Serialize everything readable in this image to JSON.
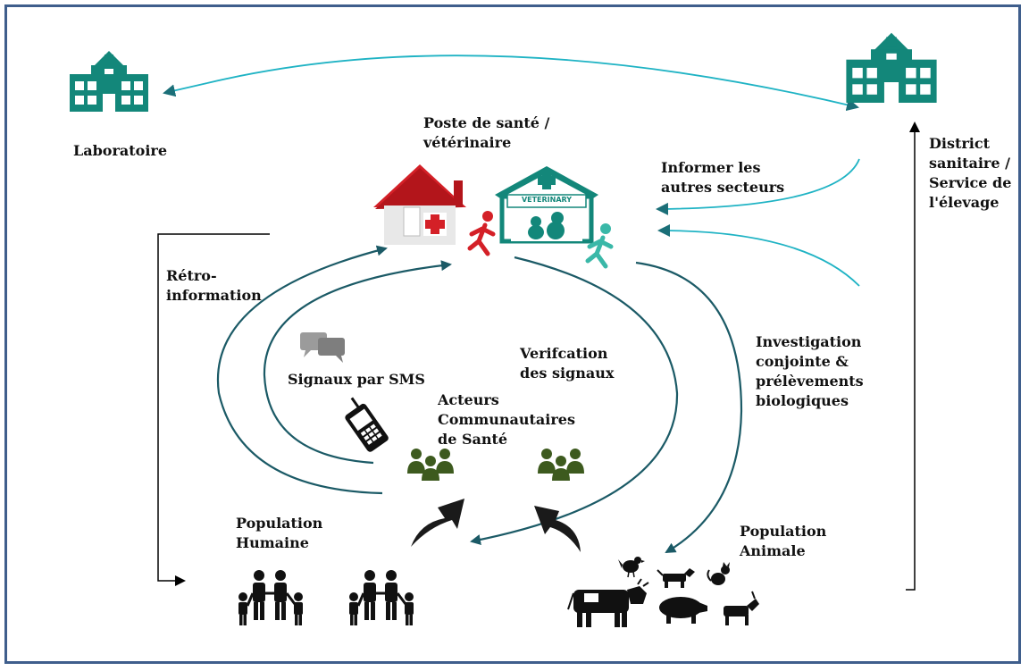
{
  "labels": {
    "laboratoire": "Laboratoire",
    "poste": "Poste de santé /\nvétérinaire",
    "district": "District\nsanitaire /\nService de\nl'élevage",
    "informer": "Informer les\nautres secteurs",
    "retro": "Rétro-\ninformation",
    "investigation": "Investigation\nconjointe &\nprélèvements\nbiologiques",
    "verification": "Verifcation\ndes signaux",
    "sms": "Signaux par SMS",
    "acteurs": "Acteurs\nCommunautaires\nde Santé",
    "pop_humaine": "Population\nHumaine",
    "pop_animale": "Population\nAnimale",
    "veterinary_sign": "VETERINARY"
  },
  "colors": {
    "teal_building": "#13877a",
    "dark_teal_arrow": "#1b5a66",
    "light_teal_arrow": "#1fb3c4",
    "red_house": "#d42027",
    "green_people": "#3d5a1e",
    "frame": "#3f5e8c"
  },
  "icons": {
    "laboratory": "hospital-building-icon",
    "district": "hospital-building-icon",
    "health_post": "red-house-cross-icon",
    "vet_clinic": "veterinary-clinic-icon",
    "runner_red": "running-person-icon",
    "runner_teal": "running-person-icon",
    "sms": "chat-bubbles-icon",
    "phone": "mobile-phone-icon",
    "community": "group-people-icon",
    "families": "family-icon",
    "animals": "livestock-icon"
  }
}
